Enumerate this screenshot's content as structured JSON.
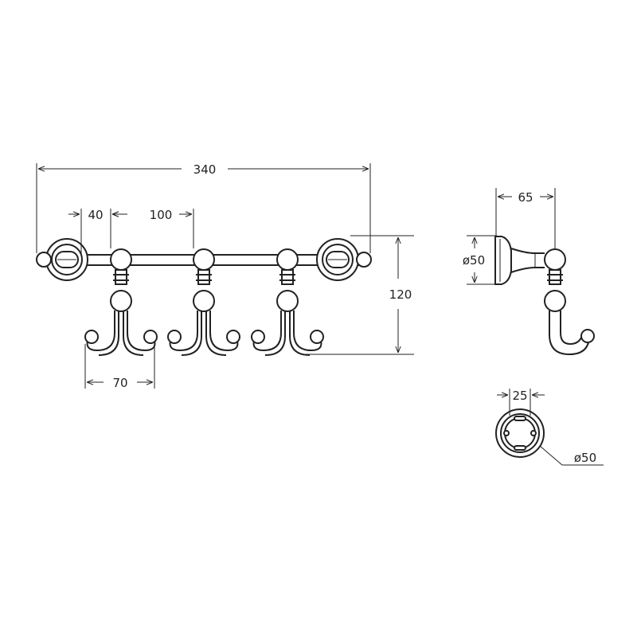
{
  "front_view": {
    "overall_width": "340",
    "hook_offset": "40",
    "hook_spacing": "100",
    "height": "120",
    "hook_width": "70"
  },
  "side_view": {
    "depth": "65",
    "rosette_diameter": "ø50"
  },
  "back_view": {
    "hole_spacing": "25",
    "plate_diameter": "ø50"
  },
  "colors": {
    "line": "#222222",
    "background": "#ffffff"
  }
}
